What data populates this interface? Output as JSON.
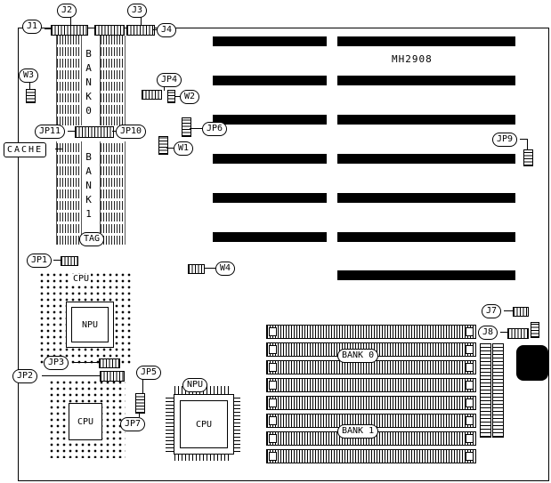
{
  "board": {
    "model": "MH2908"
  },
  "callouts": {
    "j1": "J1",
    "j2": "J2",
    "j3": "J3",
    "j4": "J4",
    "j7": "J7",
    "j8": "J8",
    "jp1": "JP1",
    "jp2": "JP2",
    "jp3": "JP3",
    "jp4": "JP4",
    "jp5": "JP5",
    "jp6": "JP6",
    "jp7": "JP7",
    "jp9": "JP9",
    "jp10": "JP10",
    "jp11": "JP11",
    "w1": "W1",
    "w2": "W2",
    "w3": "W3",
    "w4": "W4",
    "cache": "CACHE",
    "tag": "TAG"
  },
  "memory": {
    "dram_bank0": "BANK0",
    "dram_bank1": "BANK1",
    "simm_bank0": "BANK 0",
    "simm_bank1": "BANK 1"
  },
  "sockets": {
    "pga1_label": "CPU",
    "pga1_inner_label": "NPU",
    "pga2_label": "CPU",
    "qfp_label": "NPU",
    "qfp_inner_label": "CPU"
  },
  "colors": {
    "line": "#000000",
    "background": "#ffffff"
  }
}
